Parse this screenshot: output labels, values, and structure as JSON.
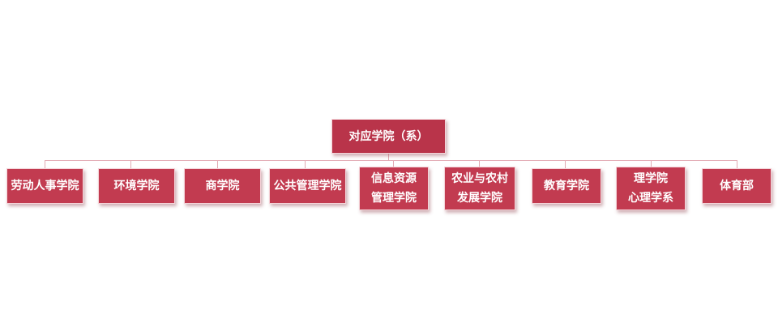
{
  "org_chart": {
    "root": {
      "label": "对应学院（系）"
    },
    "children": [
      {
        "label": "劳动人事学院"
      },
      {
        "label": "环境学院"
      },
      {
        "label": "商学院"
      },
      {
        "label": "公共管理学院"
      },
      {
        "label": "信息资源\n管理学院"
      },
      {
        "label": "农业与农村\n发展学院"
      },
      {
        "label": "教育学院"
      },
      {
        "label": "理学院\n心理学系"
      },
      {
        "label": "体育部"
      }
    ],
    "colors": {
      "node_fill": "#c23b50",
      "node_border": "#f4d4d9",
      "connector": "#e2aab3",
      "text": "#ffffff"
    }
  }
}
